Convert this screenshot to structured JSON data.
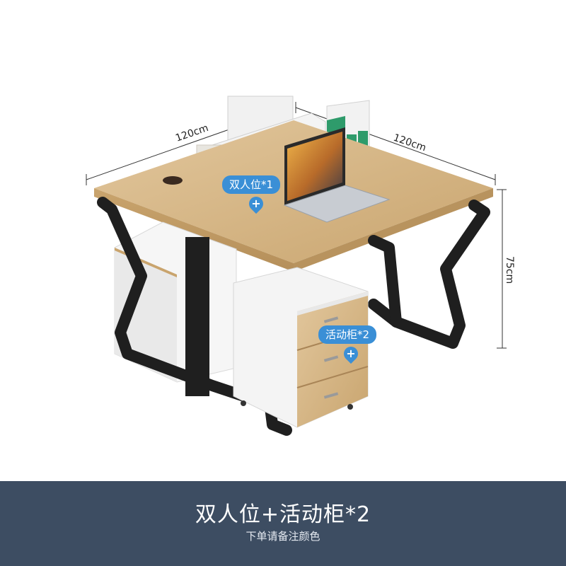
{
  "dimensions": {
    "width_left": "120cm",
    "width_right": "120cm",
    "height": "75cm"
  },
  "tags": {
    "double_seat": "双人位*1",
    "cabinet": "活动柜*2",
    "pin_icon": "plus-pin-icon"
  },
  "footer": {
    "title": "双人位+活动柜*2",
    "subtitle": "下单请备注颜色"
  },
  "colors": {
    "footer_bg": "#3d4d62",
    "tag_bg": "#3a8fd6",
    "wood": "#d8b98a",
    "frame": "#1f1f1f",
    "partition_green": "#2e9b6b"
  }
}
